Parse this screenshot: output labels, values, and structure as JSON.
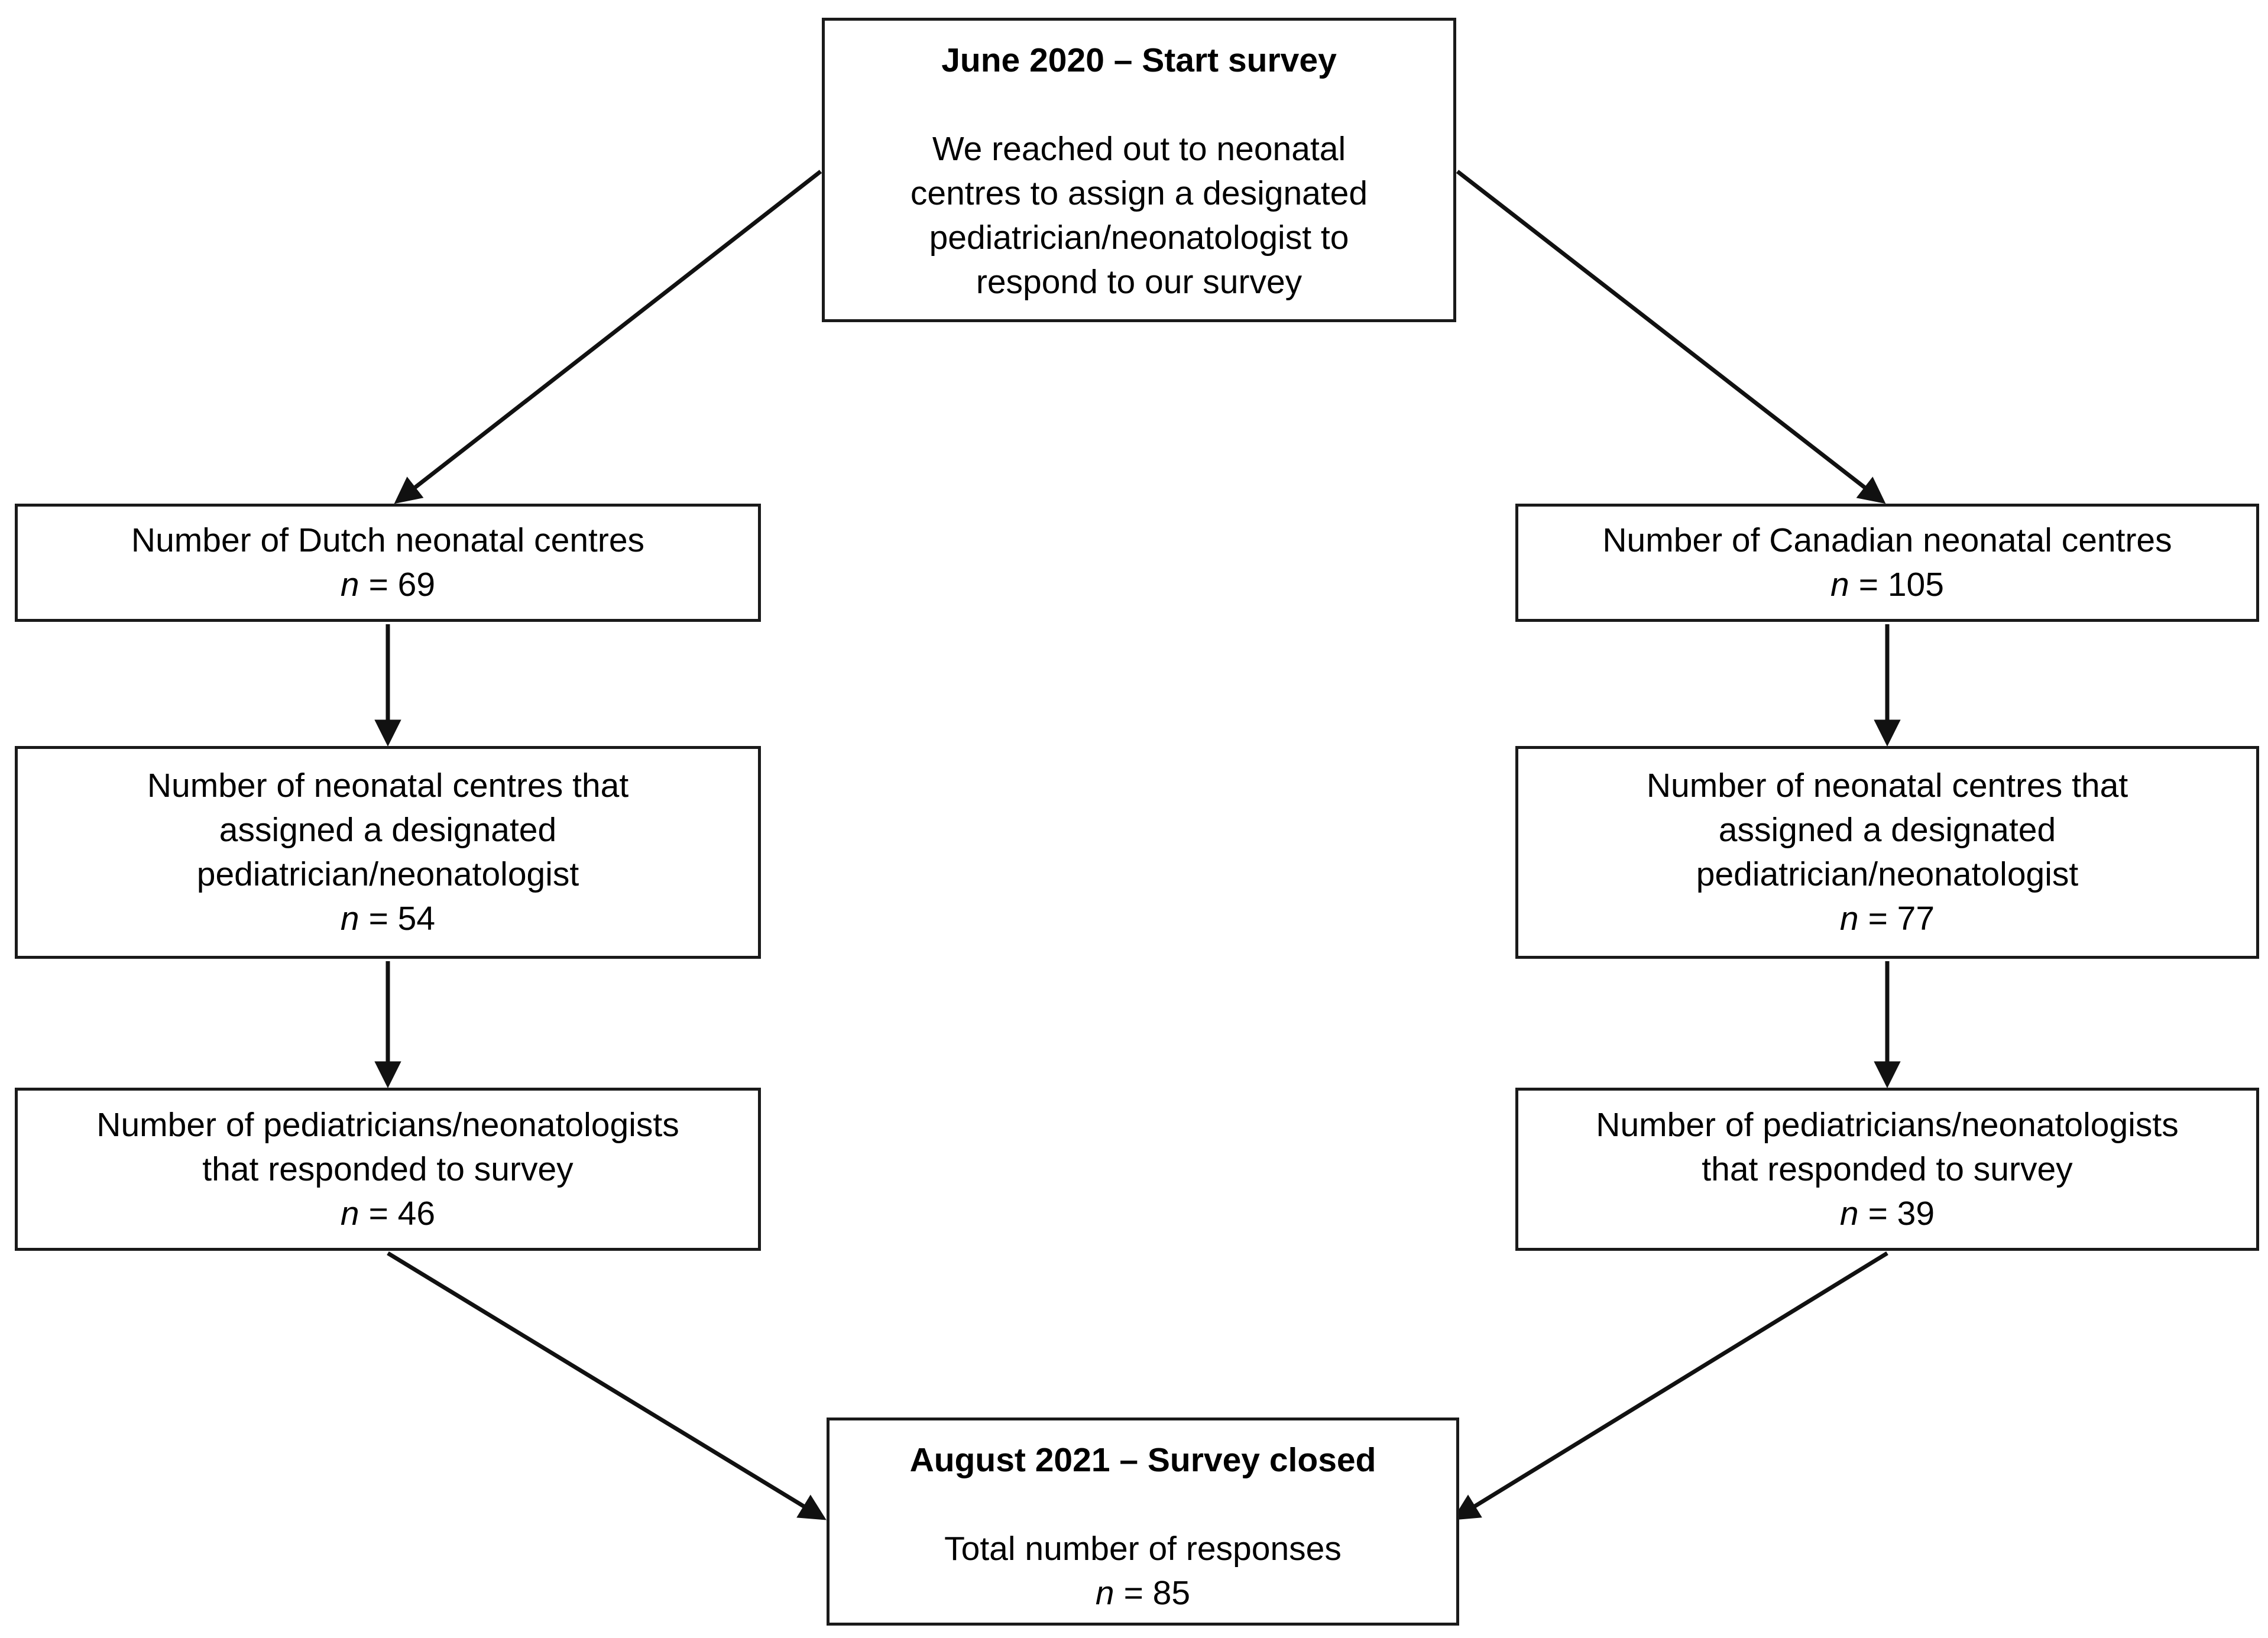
{
  "boxes": {
    "start": {
      "heading": "June 2020 – Start survey",
      "body": "We reached out to neonatal\ncentres to assign a designated\npediatrician/neonatologist to\nrespond to our survey"
    },
    "dutch_centres": {
      "label": "Number of Dutch neonatal centres",
      "n_symbol": "n",
      "n_value": "= 69"
    },
    "canadian_centres": {
      "label": "Number of Canadian neonatal centres",
      "n_symbol": "n",
      "n_value": "= 105"
    },
    "dutch_assigned": {
      "label": "Number of neonatal centres that\nassigned a designated\npediatrician/neonatologist",
      "n_symbol": "n",
      "n_value": "= 54"
    },
    "canadian_assigned": {
      "label": "Number of neonatal centres that\nassigned a designated\npediatrician/neonatologist",
      "n_symbol": "n",
      "n_value": "= 77"
    },
    "dutch_responded": {
      "label": "Number of pediatricians/neonatologists\nthat responded to survey",
      "n_symbol": "n",
      "n_value": "= 46"
    },
    "canadian_responded": {
      "label": "Number of pediatricians/neonatologists\nthat responded to survey",
      "n_symbol": "n",
      "n_value": "= 39"
    },
    "closed": {
      "heading": "August 2021 – Survey closed",
      "body": "Total number of responses",
      "n_symbol": "n",
      "n_value": "= 85"
    }
  },
  "colors": {
    "border": "#1a1a1a",
    "background": "#ffffff",
    "text": "#000000",
    "arrow": "#111111"
  }
}
